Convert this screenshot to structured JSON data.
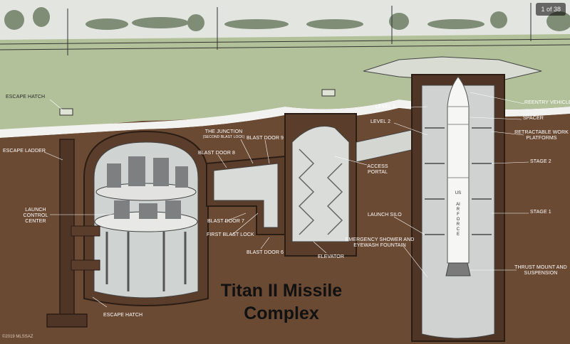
{
  "gallery": {
    "counter": "1 of 38"
  },
  "diagram": {
    "title_line1": "Titan II Missile",
    "title_line2": "Complex",
    "copyright": "©2019 MLSSAZ",
    "labels": {
      "escape_hatch_top": "ESCAPE HATCH",
      "escape_ladder": "ESCAPE LADDER",
      "launch_control_center": "LAUNCH CONTROL CENTER",
      "escape_hatch_bottom": "ESCAPE HATCH",
      "the_junction": "THE JUNCTION",
      "second_blast_lock": "(SECOND BLAST LOCK)",
      "blast_door_9": "BLAST DOOR 9",
      "blast_door_8": "BLAST DOOR 8",
      "blast_door_7": "BLAST DOOR 7",
      "first_blast_lock": "FIRST BLAST LOCK",
      "blast_door_6": "BLAST DOOR 6",
      "elevator": "ELEVATOR",
      "level_1": "LEVEL 1",
      "level_2": "LEVEL 2",
      "access_portal": "ACCESS PORTAL",
      "launch_silo": "LAUNCH SILO",
      "emergency_shower": "EMERGENCY SHOWER AND EYEWASH FOUNTAIN",
      "reentry_vehicle": "REENTRY VEHICLE",
      "spacer": "SPACER",
      "retractable_work_platforms": "RETRACTABLE WORK PLATFORMS",
      "stage_2": "STAGE 2",
      "stage_1": "STAGE 1",
      "thrust_mount": "THRUST MOUNT AND SUSPENSION"
    },
    "missile_markings": {
      "us": "US",
      "air_force": "AIR FORCE"
    }
  }
}
